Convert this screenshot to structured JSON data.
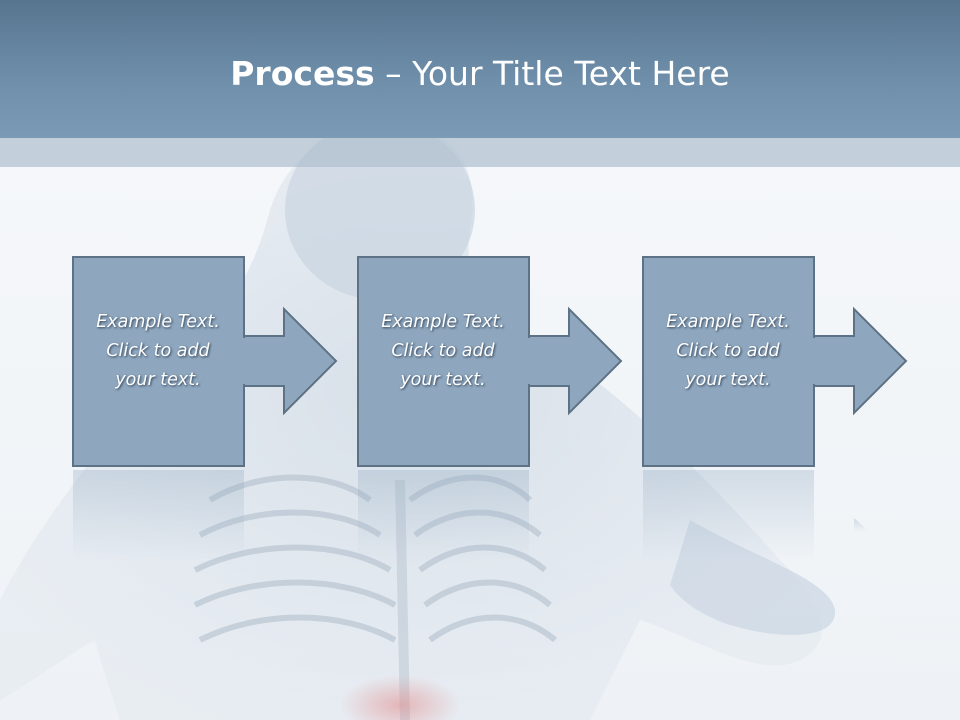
{
  "slide": {
    "title_bold": "Process",
    "title_rest": " – Your Title Text Here"
  },
  "steps": [
    {
      "line1": "Example Text.",
      "line2": "Click  to add",
      "line3": "your text."
    },
    {
      "line1": "Example Text.",
      "line2": "Click  to add",
      "line3": "your text."
    },
    {
      "line1": "Example Text.",
      "line2": "Click  to add",
      "line3": "your text."
    }
  ],
  "colors": {
    "header": "#6f8fab",
    "box_fill": "#8fa7bf",
    "box_stroke": "#5e7285",
    "background": "#f3f5f8"
  }
}
